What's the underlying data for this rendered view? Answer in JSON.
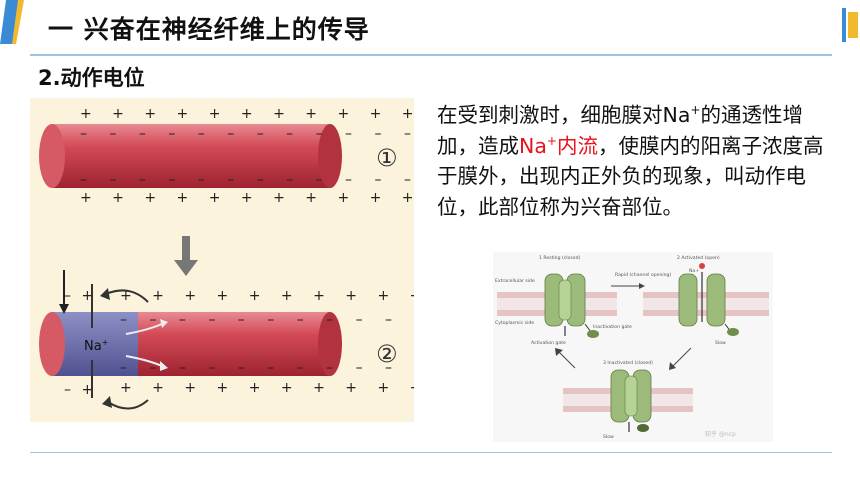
{
  "header": {
    "title": "一 兴奋在神经纤维上的传导",
    "subtitle": "2.动作电位"
  },
  "left_figure": {
    "label_1": "①",
    "label_2": "②",
    "ion_label": "Na",
    "ion_charge": "+"
  },
  "description": {
    "part1": "在受到刺激时，细胞膜对Na",
    "part1_sup": "+",
    "part2": "的通透性增加，造成",
    "highlight_base": "Na",
    "highlight_sup": "+",
    "highlight_tail": "内流",
    "part3": "，使膜内的阳离子浓度高于膜外，出现内正外负的现象，叫动作电位，此部位称为兴奋部位。"
  },
  "right_figure": {
    "stage1": "1  Resting (closed)",
    "stage2": "2  Activated (open)",
    "stage3": "3  Inactivated (closed)",
    "extracellular": "Extracellular side",
    "cytoplasmic": "Cytoplasmic side",
    "activation_gate": "Activation gate",
    "inactivation_gate": "Inactivation gate",
    "rapid": "Rapid (channel opening)",
    "slow1": "Slow",
    "slow2": "Slow",
    "na_label": "Na+",
    "watermark": "知乎 @ncp"
  },
  "colors": {
    "accent_blue": "#3b8bd4",
    "accent_yellow": "#f2b82e",
    "highlight_red": "#e8121e",
    "axon_red": "#d2424f",
    "excited_purple": "#6b6fa6"
  }
}
